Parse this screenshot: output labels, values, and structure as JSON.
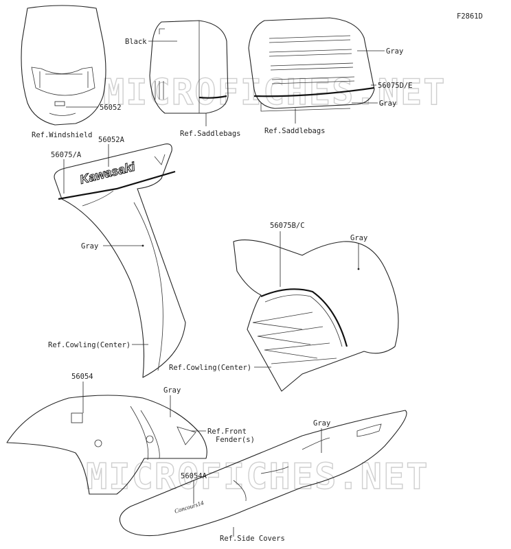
{
  "figure_code": "F2861D",
  "watermark": "MICROFICHES.NET",
  "logo_text": "Kawasaki",
  "model_script": "Concours14",
  "labels": {
    "black": "Black",
    "gray_saddlebag": "Gray",
    "gray_saddlebag_lower": "Gray",
    "gray_cowl_left": "Gray",
    "gray_cowl_right": "Gray",
    "gray_fender": "Gray",
    "gray_sidecover": "Gray",
    "p56052": "56052",
    "p56052A": "56052A",
    "p56075A": "56075/A",
    "p56075BC": "56075B/C",
    "p56075DE": "56075D/E",
    "p56054": "56054",
    "p56054A": "56054A"
  },
  "refs": {
    "windshield": "Ref.Windshield",
    "saddlebags_1": "Ref.Saddlebags",
    "saddlebags_2": "Ref.Saddlebags",
    "cowling_left": "Ref.Cowling(Center)",
    "cowling_right": "Ref.Cowling(Center)",
    "front_fender_1": "Ref.Front",
    "front_fender_2": "Fender(s)",
    "side_covers": "Ref.Side Covers"
  }
}
